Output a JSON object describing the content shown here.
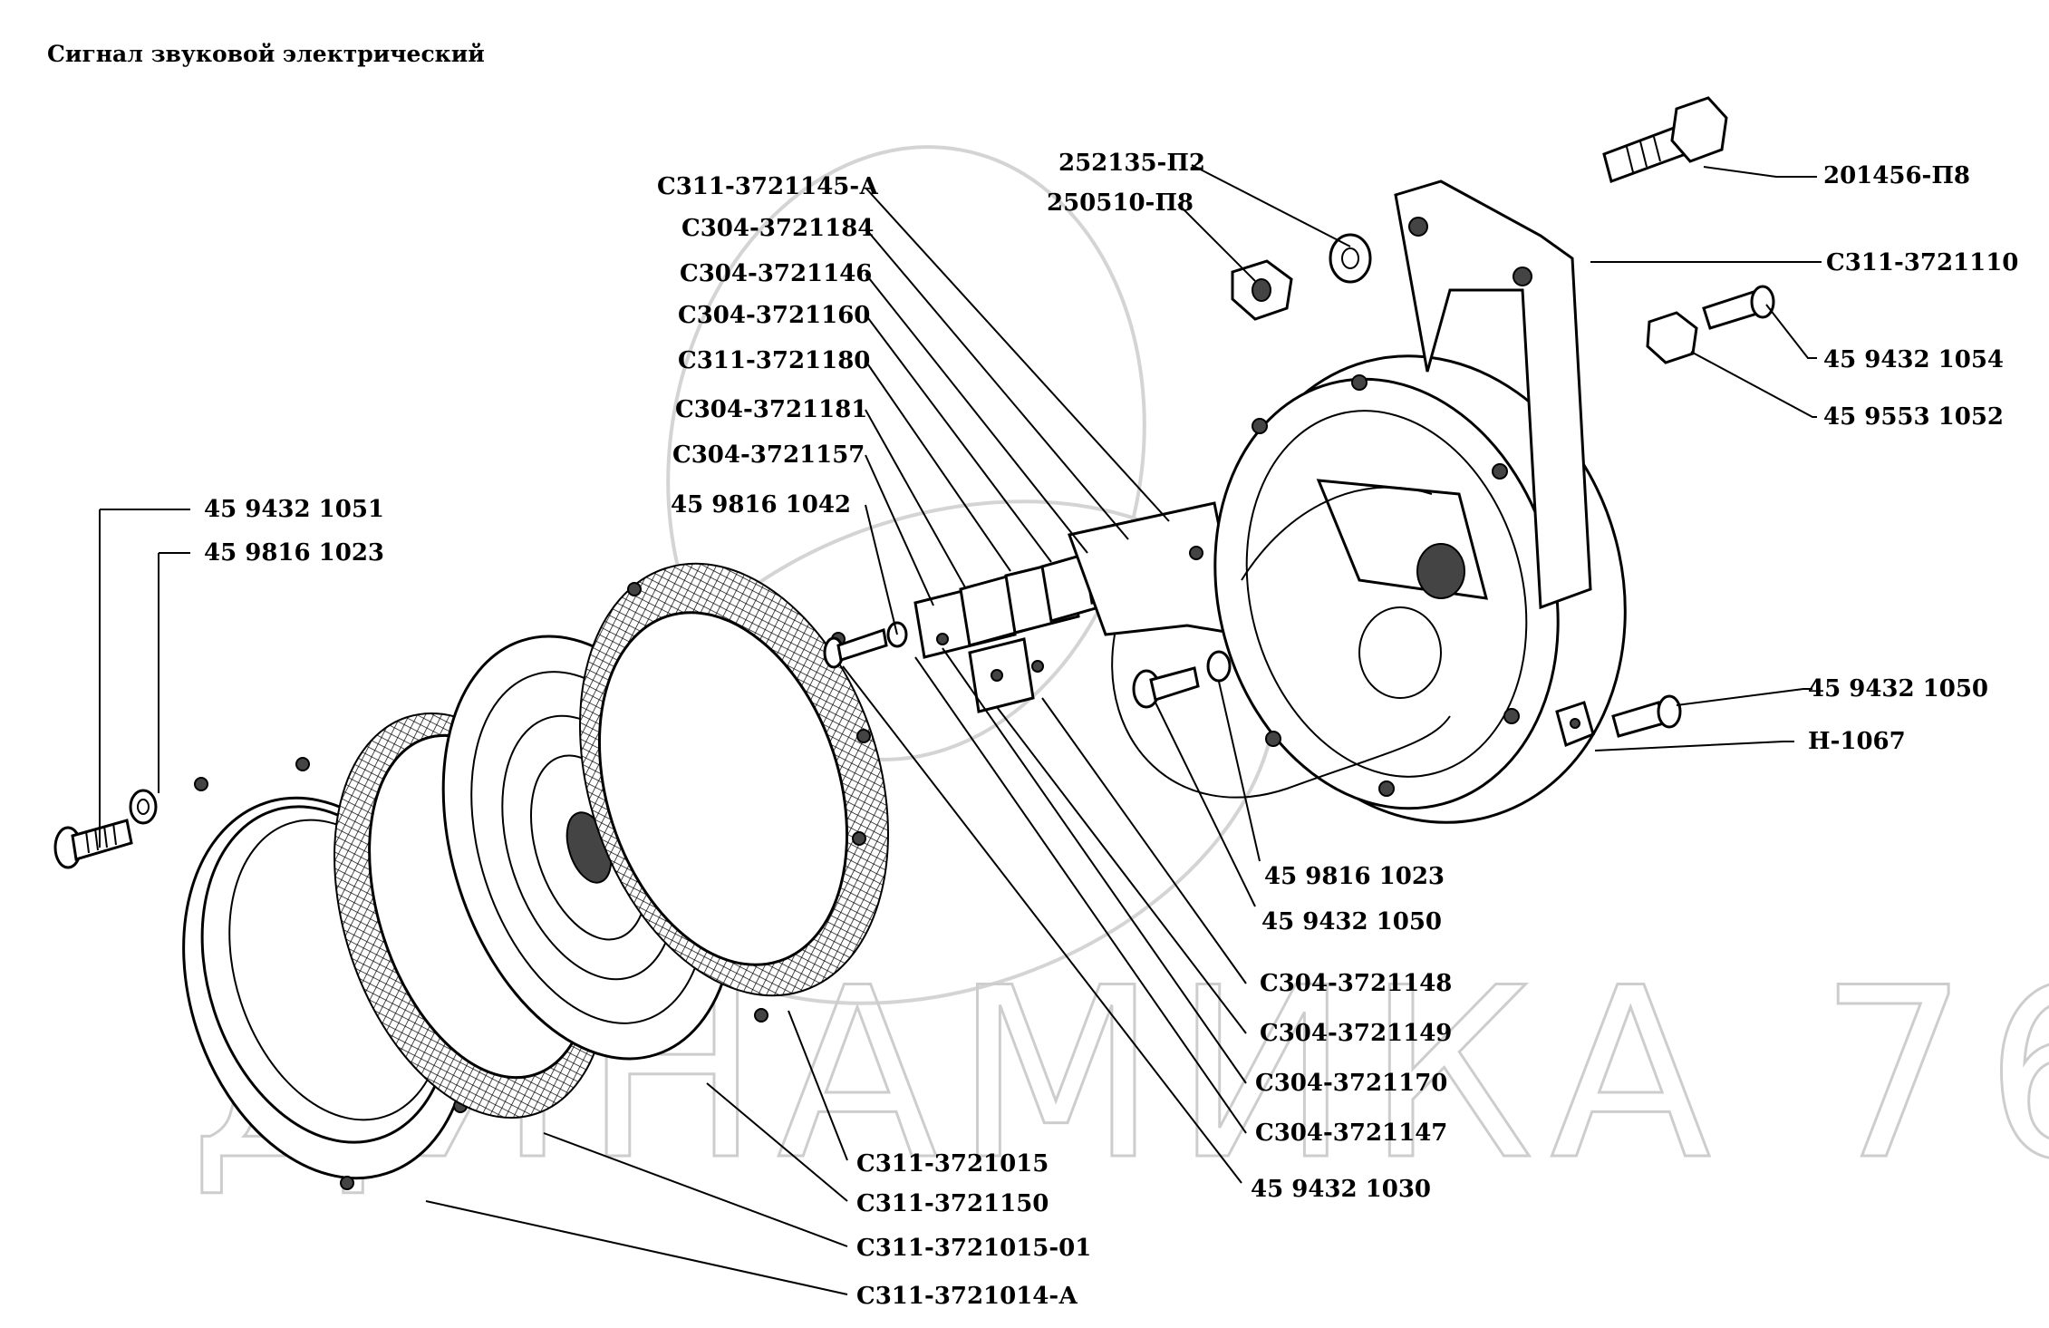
{
  "title": "Сигнал звуковой электрический",
  "watermark": "ДИНАМИКА 76",
  "labels": {
    "l201456": "201456-П8",
    "l252135": "252135-П2",
    "l250510": "250510-П8",
    "l3721145A": "С311-3721145-А",
    "l3721184": "С304-3721184",
    "l3721146": "С304-3721146",
    "l3721160": "С304-3721160",
    "l3721180": "С311-3721180",
    "l3721181": "С304-3721181",
    "l3721157": "С304-3721157",
    "l9816_1042": "45 9816 1042",
    "l9432_1051": "45 9432 1051",
    "l9816_1023_left": "45 9816 1023",
    "l3721110": "С311-3721110",
    "l9432_1054": "45 9432 1054",
    "l9553_1052": "45 9553 1052",
    "l9432_1050_right": "45 9432 1050",
    "lH1067": "Н-1067",
    "l9816_1023_mid": "45 9816 1023",
    "l9432_1050_mid": "45 9432 1050",
    "l3721148": "С304-3721148",
    "l3721149": "С304-3721149",
    "l3721170": "С304-3721170",
    "l3721147": "С304-3721147",
    "l9432_1030": "45 9432 1030",
    "l3721015": "С311-3721015",
    "l3721150": "С311-3721150",
    "l3721015_01": "С311-3721015-01",
    "l3721014A": "С311-3721014-А"
  }
}
